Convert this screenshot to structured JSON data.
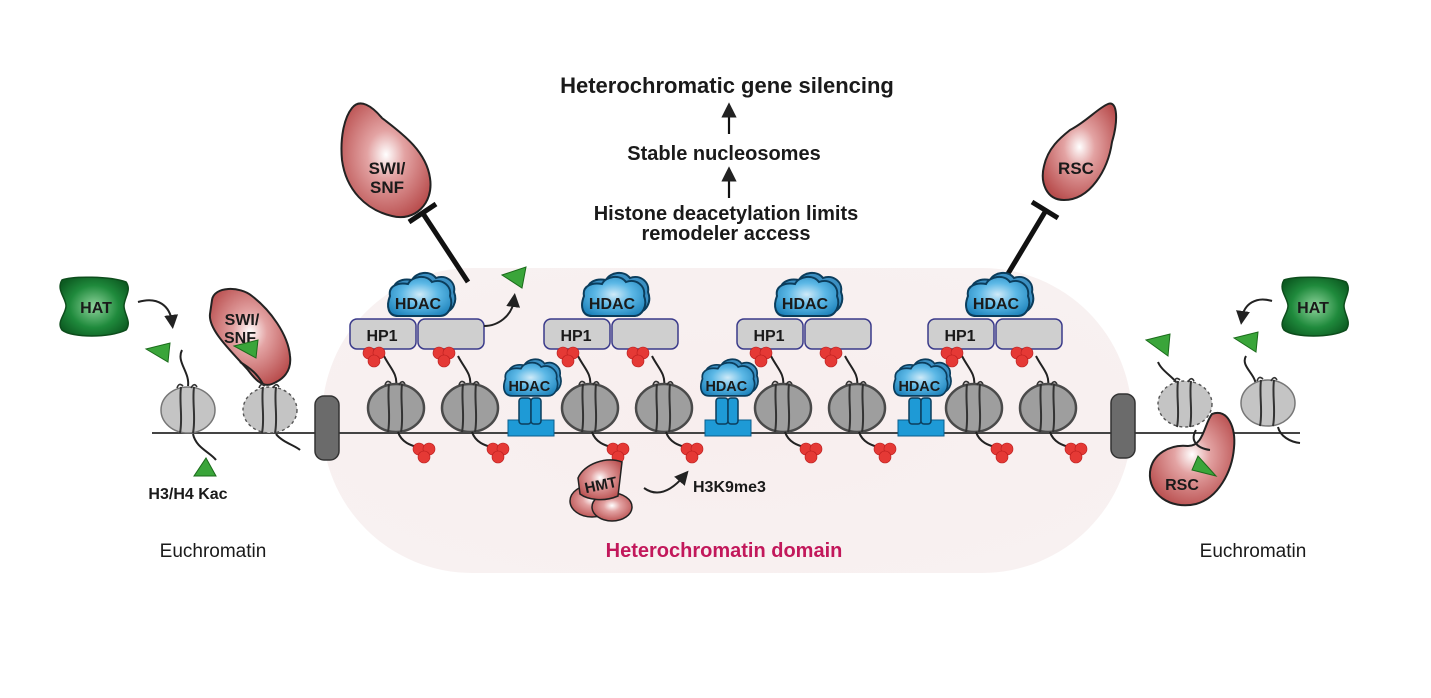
{
  "title_chain": {
    "top": "Heterochromatic gene silencing",
    "middle": "Stable nucleosomes",
    "bottom_line1": "Histone deacetylation limits",
    "bottom_line2": "remodeler access"
  },
  "regions": {
    "left": "Euchromatin",
    "center": "Heterochromatin domain",
    "right": "Euchromatin"
  },
  "proteins": {
    "hat": "HAT",
    "swisnf_line1": "SWI/",
    "swisnf_line2": "SNF",
    "rsc": "RSC",
    "hdac": "HDAC",
    "hp1": "HP1",
    "hmt": "HMT"
  },
  "marks": {
    "acetylation": "H3/H4 Kac",
    "methylation": "H3K9me3"
  },
  "colors": {
    "heterochromatin_label": "#c2185b",
    "domain_background": "#f7eded",
    "hdac_blue": "#1e9ad6",
    "hat_green": "#1f8a3c",
    "remodeler_red": "#c45a5a",
    "me3_red": "#e53935",
    "ac_green": "#3aa53a",
    "nucleosome_gray": "#bdbdbd",
    "boundary_gray": "#6b6b6b"
  }
}
